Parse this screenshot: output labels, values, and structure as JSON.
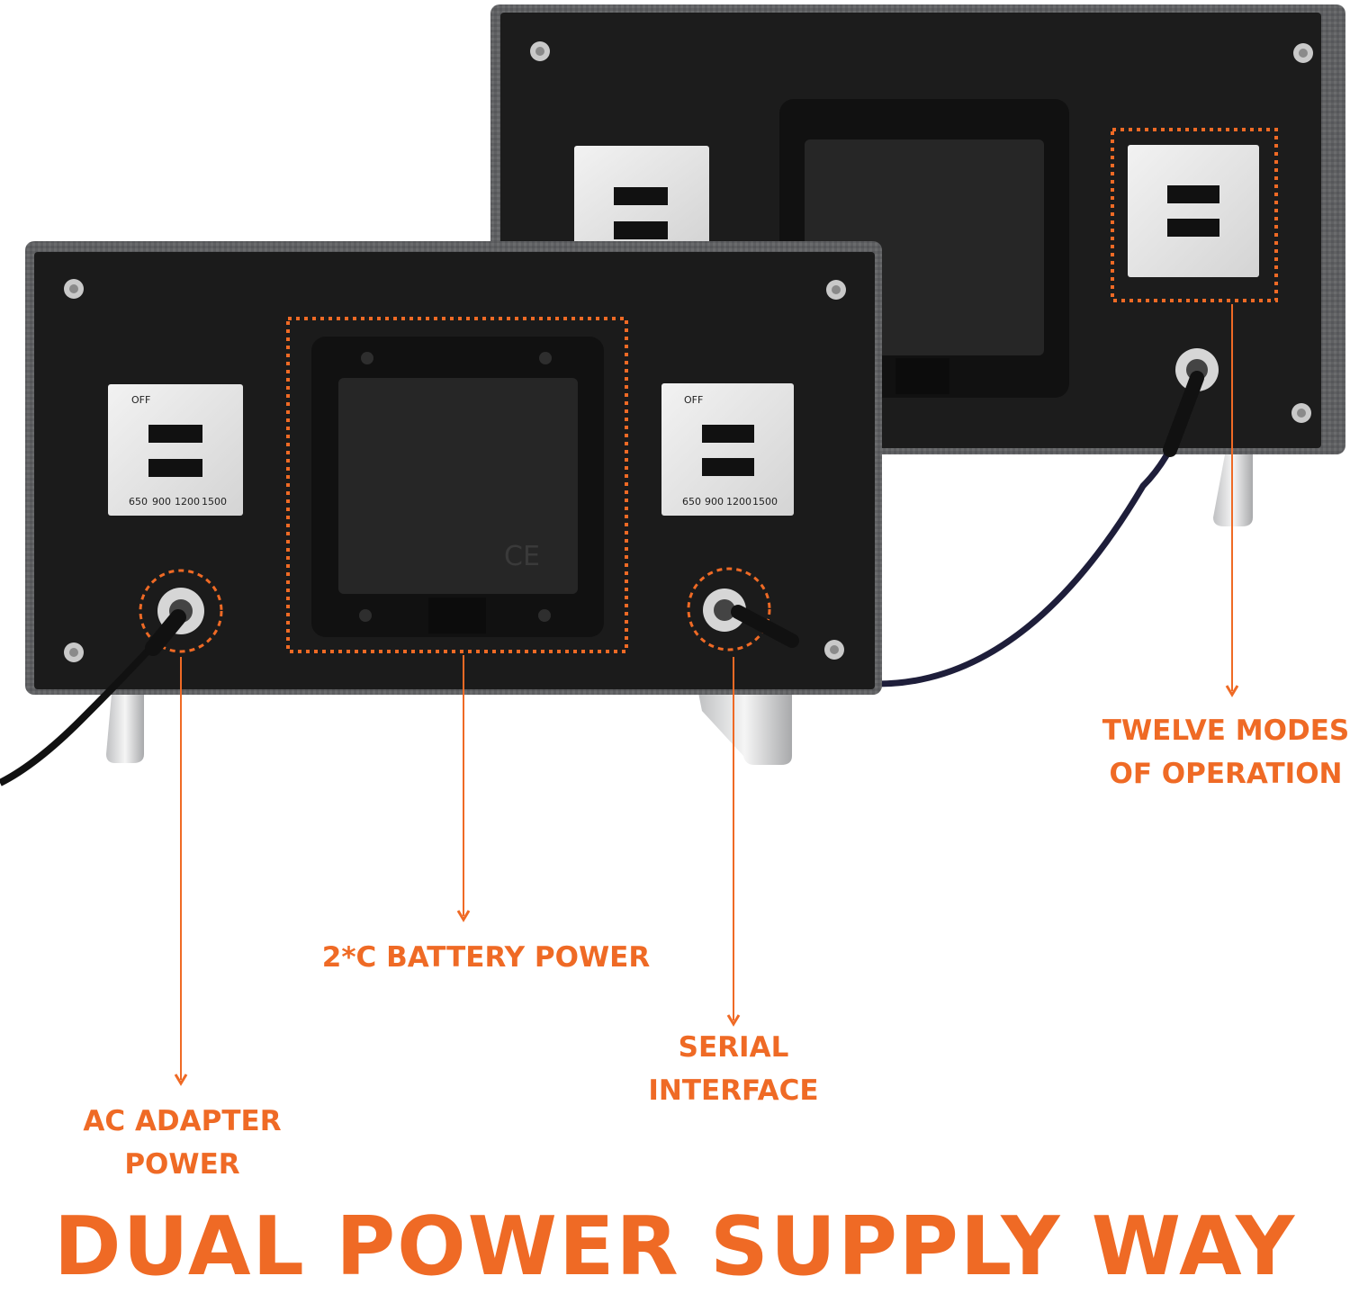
{
  "callouts": {
    "modes_line1": "TWELVE MODES",
    "modes_line2": "OF OPERATION",
    "battery": "2*C BATTERY POWER",
    "serial_line1": "SERIAL",
    "serial_line2": "INTERFACE",
    "ac_line1": "AC ADAPTER",
    "ac_line2": "POWER"
  },
  "headline": "DUAL POWER SUPPLY WAY",
  "switch_panel": {
    "off_label": "OFF",
    "settings": [
      "650",
      "900",
      "1200",
      "1500"
    ]
  },
  "colors": {
    "accent": "#ef6a25",
    "panel": "#1b1b1b",
    "frame": "#5f6062",
    "plate": "#e6e6e6"
  }
}
